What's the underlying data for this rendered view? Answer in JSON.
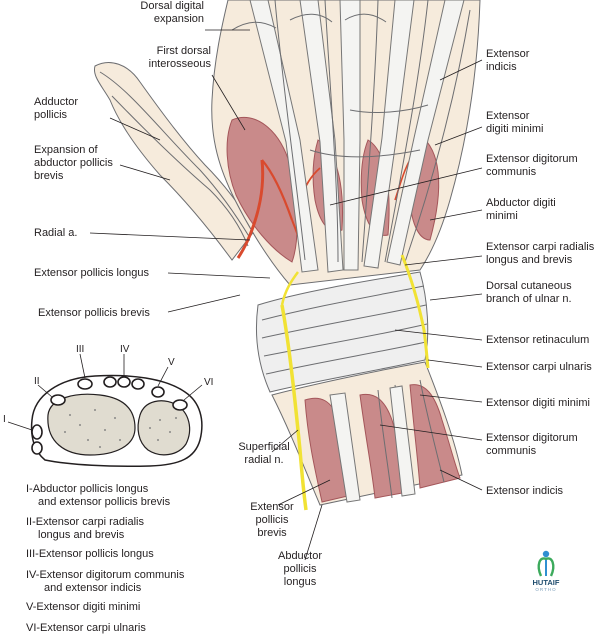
{
  "labels_left": [
    {
      "id": "dorsal-digital-expansion",
      "lines": [
        "Dorsal digital",
        "expansion"
      ]
    },
    {
      "id": "first-dorsal-interosseous",
      "lines": [
        "First dorsal",
        "interosseous"
      ]
    },
    {
      "id": "adductor-pollicis",
      "lines": [
        "Adductor",
        "pollicis"
      ]
    },
    {
      "id": "expansion-abductor-pollicis-brevis",
      "lines": [
        "Expansion of",
        "abductor pollicis",
        "brevis"
      ]
    },
    {
      "id": "radial-artery",
      "lines": [
        "Radial a."
      ]
    },
    {
      "id": "extensor-pollicis-longus",
      "lines": [
        "Extensor pollicis longus"
      ]
    },
    {
      "id": "extensor-pollicis-brevis",
      "lines": [
        "Extensor pollicis brevis"
      ]
    }
  ],
  "labels_right": [
    {
      "id": "extensor-indicis-top",
      "lines": [
        "Extensor",
        "indicis"
      ]
    },
    {
      "id": "extensor-digiti-minimi-top",
      "lines": [
        "Extensor",
        "digiti minimi"
      ]
    },
    {
      "id": "extensor-digitorum-communis-top",
      "lines": [
        "Extensor digitorum",
        "communis"
      ]
    },
    {
      "id": "abductor-digiti-minimi",
      "lines": [
        "Abductor digiti",
        "minimi"
      ]
    },
    {
      "id": "extensor-carpi-radialis",
      "lines": [
        "Extensor carpi radialis",
        "longus and brevis"
      ]
    },
    {
      "id": "dorsal-cutaneous-ulnar",
      "lines": [
        "Dorsal cutaneous",
        "branch of ulnar n."
      ]
    },
    {
      "id": "extensor-retinaculum",
      "lines": [
        "Extensor retinaculum"
      ]
    },
    {
      "id": "extensor-carpi-ulnaris",
      "lines": [
        "Extensor carpi ulnaris"
      ]
    },
    {
      "id": "extensor-digiti-minimi-bottom",
      "lines": [
        "Extensor digiti minimi"
      ]
    },
    {
      "id": "extensor-digitorum-communis-bottom",
      "lines": [
        "Extensor digitorum",
        "communis"
      ]
    },
    {
      "id": "extensor-indicis-bottom",
      "lines": [
        "Extensor indicis"
      ]
    }
  ],
  "labels_bottom": [
    {
      "id": "superficial-radial-nerve",
      "lines": [
        "Superficial",
        "radial n."
      ]
    },
    {
      "id": "extensor-pollicis-brevis-bottom",
      "lines": [
        "Extensor",
        "pollicis",
        "brevis"
      ]
    },
    {
      "id": "abductor-pollicis-longus",
      "lines": [
        "Abductor",
        "pollicis",
        "longus"
      ]
    }
  ],
  "compartment_numerals": [
    "I",
    "II",
    "III",
    "IV",
    "V",
    "VI"
  ],
  "legend": [
    {
      "id": "legend-i",
      "lines": [
        "I-Abductor pollicis longus",
        "and extensor pollicis brevis"
      ]
    },
    {
      "id": "legend-ii",
      "lines": [
        "II-Extensor carpi radialis",
        "longus and brevis"
      ]
    },
    {
      "id": "legend-iii",
      "lines": [
        "III-Extensor pollicis longus"
      ]
    },
    {
      "id": "legend-iv",
      "lines": [
        "IV-Extensor digitorum communis",
        "and extensor indicis"
      ]
    },
    {
      "id": "legend-v",
      "lines": [
        "V-Extensor digiti minimi"
      ]
    },
    {
      "id": "legend-vi",
      "lines": [
        "VI-Extensor carpi ulnaris"
      ]
    }
  ],
  "logo": {
    "name": "HUTAIF",
    "sub": "ORTHO"
  },
  "colors": {
    "muscle": "#c98a8a",
    "muscle_dark": "#a4565a",
    "artery": "#d94a2e",
    "nerve": "#f1e234",
    "skin": "#f6ebdc",
    "retinaculum": "#efefef",
    "bone": "#e0dcd0"
  }
}
